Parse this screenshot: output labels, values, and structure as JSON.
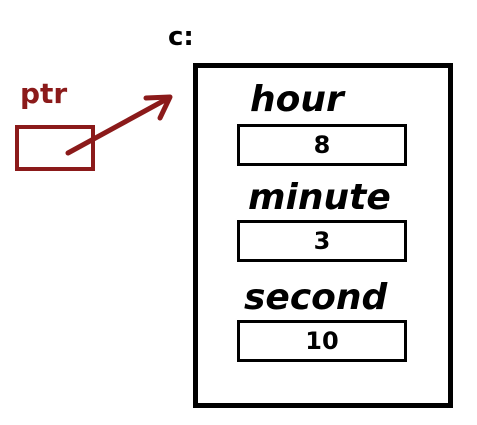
{
  "pointer": {
    "label": "ptr",
    "color": "#8b1a1a"
  },
  "struct": {
    "label": "c:",
    "fields": [
      {
        "name": "hour",
        "value": "8"
      },
      {
        "name": "minute",
        "value": "3"
      },
      {
        "name": "second",
        "value": "10"
      }
    ]
  }
}
